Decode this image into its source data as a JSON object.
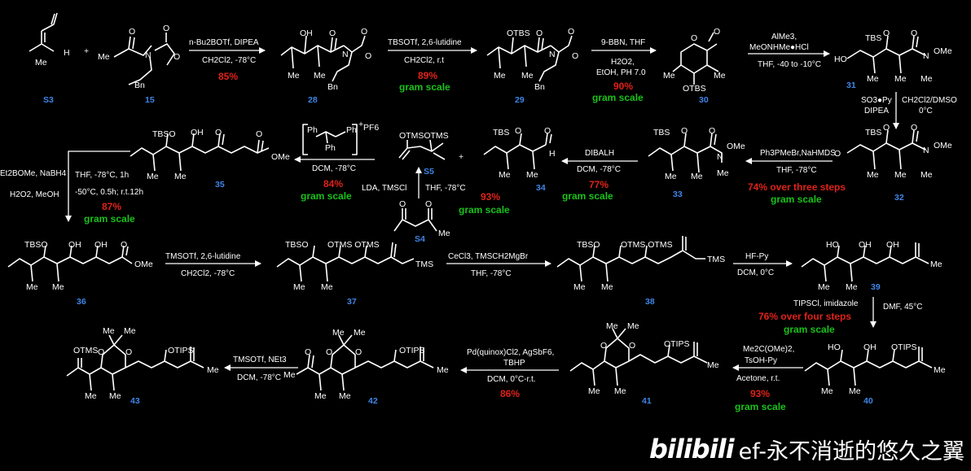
{
  "colors": {
    "background": "#000000",
    "text": "#ffffff",
    "yield": "#e0221a",
    "gram_scale": "#19c21a",
    "compound_id": "#3f86e8"
  },
  "compounds": {
    "s3": "S3",
    "c15": "15",
    "c28": "28",
    "c29": "29",
    "c30": "30",
    "c31": "31",
    "c32": "32",
    "c33": "33",
    "c34": "34",
    "s5": "S5",
    "s4": "S4",
    "c35": "35",
    "c36": "36",
    "c37": "37",
    "c38": "38",
    "c39": "39",
    "c40": "40",
    "c41": "41",
    "c42": "42",
    "c43": "43"
  },
  "atoms": {
    "H": "H",
    "Me": "Me",
    "N": "N",
    "O": "O",
    "OH": "OH",
    "HO": "HO",
    "Bn": "Bn",
    "OTBS": "OTBS",
    "TBSO": "TBSO",
    "TBS": "TBS",
    "OMe": "OMe",
    "TMS": "TMS",
    "OTMS": "OTMS",
    "OTIPS": "OTIPS",
    "plus": "+",
    "Ph": "Ph",
    "PF6": "PF6",
    "charge": "+",
    "tms_dienol": "OTMSOTMS",
    "otms_otms": "OTMS OTMS",
    "otms_otms2": "OTMS OTMS"
  },
  "steps": {
    "s1": {
      "line1": "n-Bu2BOTf, DIPEA",
      "line2": "CH2Cl2, -78°C",
      "yield": "85%"
    },
    "s2": {
      "line1": "TBSOTf, 2,6-lutidine",
      "line2": "CH2Cl2, r.t",
      "yield": "89%",
      "scale": "gram scale"
    },
    "s3": {
      "line1": "9-BBN, THF",
      "line2": "H2O2,",
      "line3": "EtOH, PH 7.0",
      "yield": "90%",
      "scale": "gram scale"
    },
    "s4": {
      "line1": "AlMe3,",
      "line2": "MeONHMe●HCl",
      "line3": "THF, -40 to -10°C"
    },
    "s5": {
      "line1": "SO3●Py",
      "line2": "DIPEA",
      "line3": "CH2Cl2/DMSO",
      "line4": "0°C"
    },
    "s6": {
      "line1": "Ph3PMeBr,NaHMDS",
      "line2": "THF, -78°C",
      "yield": "74% over three steps",
      "scale": "gram scale"
    },
    "s7": {
      "line1": "DIBALH",
      "line2": "DCM, -78°C",
      "yield": "77%",
      "scale": "gram scale",
      "yield_side": "93%",
      "scale_side": "gram scale"
    },
    "s8": {
      "line1": "LDA, TMSCl",
      "line2": "THF, -78°C"
    },
    "s9": {
      "line1": "DCM, -78°C",
      "yield": "84%",
      "scale": "gram scale"
    },
    "s10": {
      "line1": "Et2BOMe, NaBH4",
      "line2": "H2O2, MeOH",
      "line3": "THF, -78°C, 1h",
      "line4": "-50°C, 0.5h; r.t.12h",
      "yield": "87%",
      "scale": "gram scale"
    },
    "s11": {
      "line1": "TMSOTf, 2,6-lutidine",
      "line2": "CH2Cl2, -78°C"
    },
    "s12": {
      "line1": "CeCl3, TMSCH2MgBr",
      "line2": "THF, -78°C"
    },
    "s13": {
      "line1": "HF-Py",
      "line2": "DCM, 0°C"
    },
    "s14": {
      "line1": "TIPSCl, imidazole",
      "line2": "DMF, 45°C",
      "yield": "76% over four steps",
      "scale": "gram scale"
    },
    "s15": {
      "line1": "Me2C(OMe)2,",
      "line2": "TsOH-Py",
      "line3": "Acetone, r.t.",
      "yield": "93%",
      "scale": "gram scale"
    },
    "s16": {
      "line1": "Pd(quinox)Cl2, AgSbF6,",
      "line2": "TBHP",
      "line3": "DCM, 0°C-r.t.",
      "yield": "86%"
    },
    "s17": {
      "line1": "TMSOTf, NEt3",
      "line2": "DCM, -78°C"
    }
  },
  "watermark": {
    "logo": "bilibili",
    "user": "ef-永不消逝的悠久之翼"
  }
}
